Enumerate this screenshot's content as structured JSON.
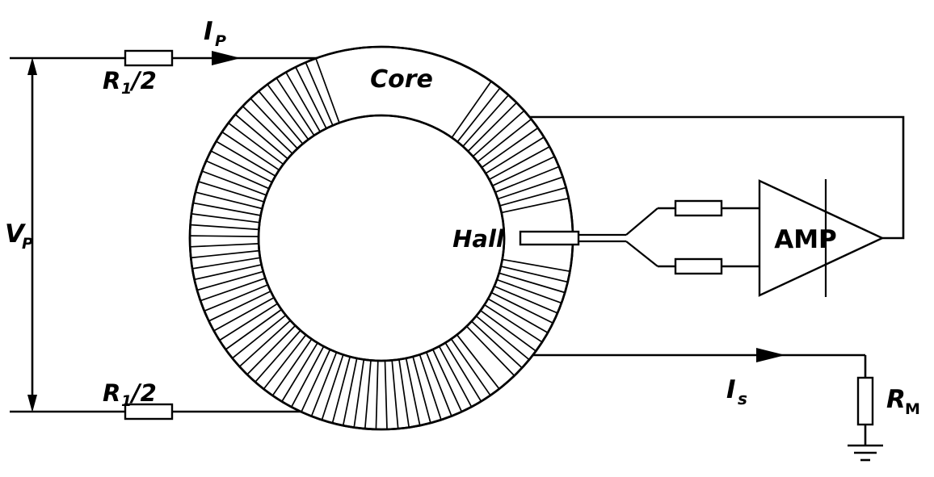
{
  "labels": {
    "primary_current": {
      "symbol": "I",
      "sub": "P"
    },
    "primary_voltage": {
      "symbol": "V",
      "sub": "P"
    },
    "resistor_top": {
      "symbol": "R",
      "sub": "1",
      "suffix": "/2"
    },
    "resistor_bottom": {
      "symbol": "R",
      "sub": "1",
      "suffix": "/2"
    },
    "core": "Core",
    "hall": "Hall",
    "amplifier": "AMP",
    "secondary_current": {
      "symbol": "I",
      "sub": "s"
    },
    "measure_resistor": {
      "symbol": "R",
      "sub": "M"
    }
  },
  "colors": {
    "stroke": "#000000",
    "background": "#ffffff"
  }
}
